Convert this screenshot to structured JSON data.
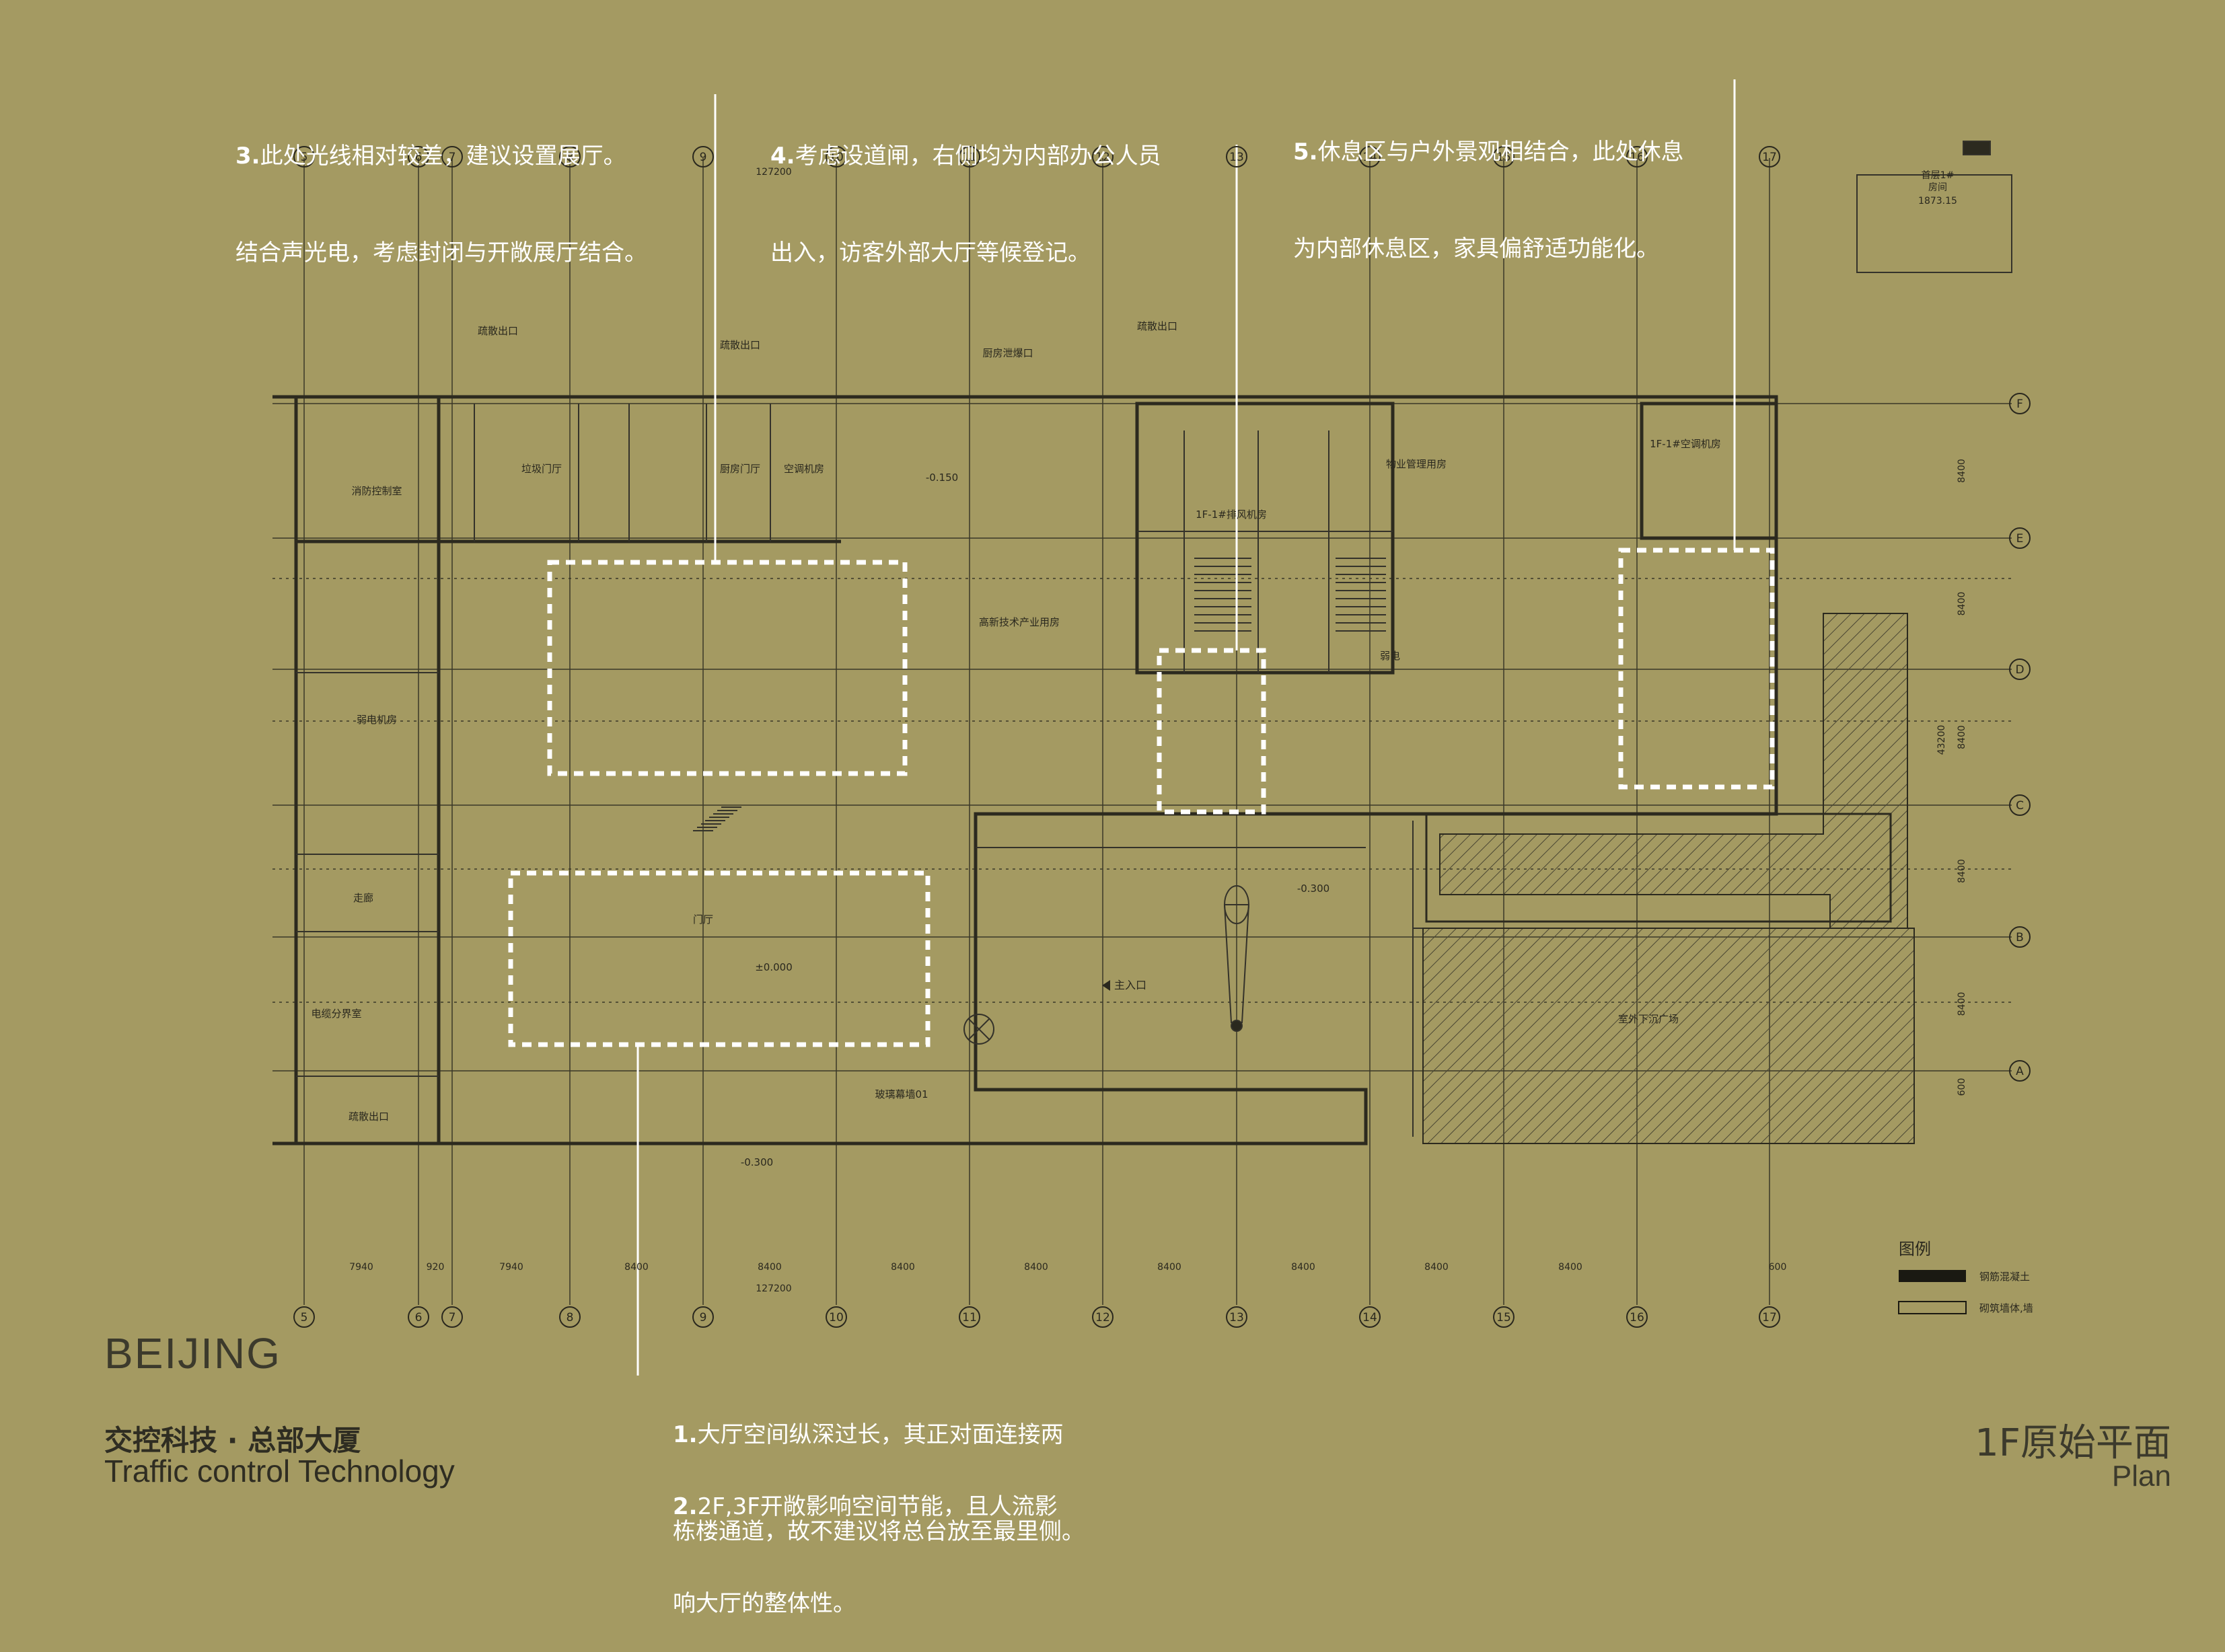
{
  "notes": {
    "n3": {
      "num": "3.",
      "line1": "此处光线相对较差，建议设置展厅。",
      "line2": "结合声光电，考虑封闭与开敞展厅结合。"
    },
    "n4": {
      "num": "4.",
      "line1": "考虑设道闸，右侧均为内部办公人员",
      "line2": "出入，访客外部大厅等候登记。"
    },
    "n5": {
      "num": "5.",
      "line1": "休息区与户外景观相结合，此处休息",
      "line2": "为内部休息区，家具偏舒适功能化。"
    },
    "n1": {
      "num": "1.",
      "line1": "大厅空间纵深过长，其正对面连接两",
      "line2": "栋楼通道，故不建议将总台放至最里侧。"
    },
    "n2": {
      "num": "2.",
      "line1": "2F,3F开敞影响空间节能，且人流影",
      "line2": "响大厅的整体性。"
    }
  },
  "branding": {
    "city": "BEIJING",
    "company_cn": "交控科技 · 总部大厦",
    "company_en": "Traffic control Technology"
  },
  "sheet": {
    "title_cn": "1F原始平面",
    "title_en": "Plan"
  },
  "axes": {
    "columns": [
      "5",
      "6",
      "7",
      "8",
      "9",
      "10",
      "11",
      "12",
      "13",
      "14",
      "15",
      "16",
      "17"
    ],
    "rows": [
      "F",
      "E",
      "D",
      "C",
      "B",
      "A"
    ],
    "overall_dim": "127200",
    "bottom_dims": [
      "7940",
      "920",
      "7940",
      "8400",
      "8400",
      "8400",
      "8400",
      "8400",
      "8400",
      "8400",
      "8400",
      "600"
    ],
    "row_dims": [
      "8400",
      "8400",
      "8400",
      "8400",
      "8400",
      "600"
    ],
    "total_depth": "43200"
  },
  "rooms": {
    "fire_control": "消防控制室",
    "garbage_hall": "垃圾门厅",
    "kitchen_hall": "厨房门厅",
    "ac_room": "空调机房",
    "weak_room": "弱电机房",
    "corridor": "走廊",
    "cable_room": "电缆分界室",
    "lobby": "门厅",
    "main_entrance": "主入口",
    "hightech": "高新技术产业用房",
    "property_mgmt": "物业管理用房",
    "exhaust_room": "1F-1#排风机房",
    "ac_room_right": "1F-1#空调机房",
    "weak_elec": "弱电",
    "kitchen_vent": "厨房泄爆口",
    "exit": "疏散出口",
    "sunken_plaza": "室外下沉广场",
    "curtain": "玻璃幕墙01",
    "plus_zero": "±0.000",
    "minus_300": "-0.300",
    "minus_150": "-0.150"
  },
  "legend": {
    "title": "图例",
    "items": [
      "钢筋混凝土",
      "砌筑墙体,墙"
    ]
  },
  "keyplan": {
    "label": "首层1#",
    "sub": "房间",
    "val": "1873.15"
  }
}
